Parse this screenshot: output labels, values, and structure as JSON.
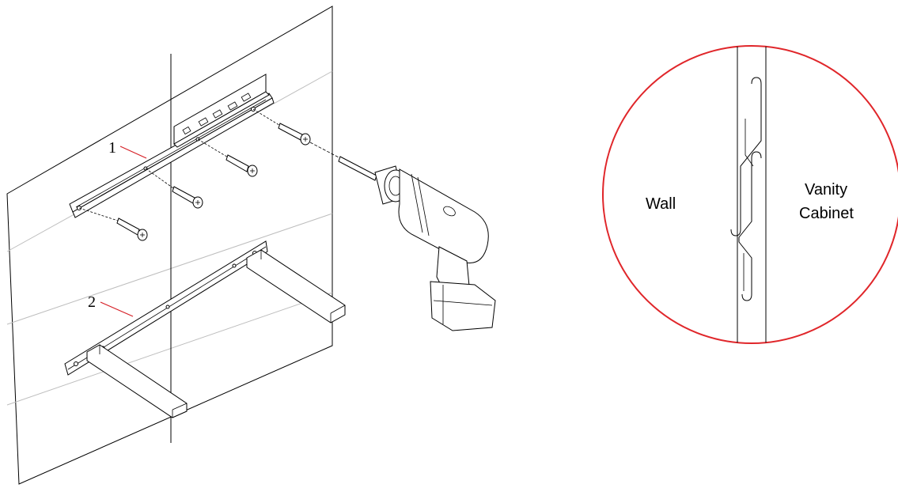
{
  "colors": {
    "line": "#000000",
    "guide_line": "#bdbdbd",
    "leader": "#d61f26",
    "detail_circle": "#e0262a",
    "background": "#ffffff"
  },
  "callouts": [
    {
      "label": "1",
      "part": "upper mounting rail"
    },
    {
      "label": "2",
      "part": "lower support bracket"
    }
  ],
  "detail": {
    "left_label": "Wall",
    "right_label_line1": "Vanity",
    "right_label_line2": "Cabinet"
  }
}
